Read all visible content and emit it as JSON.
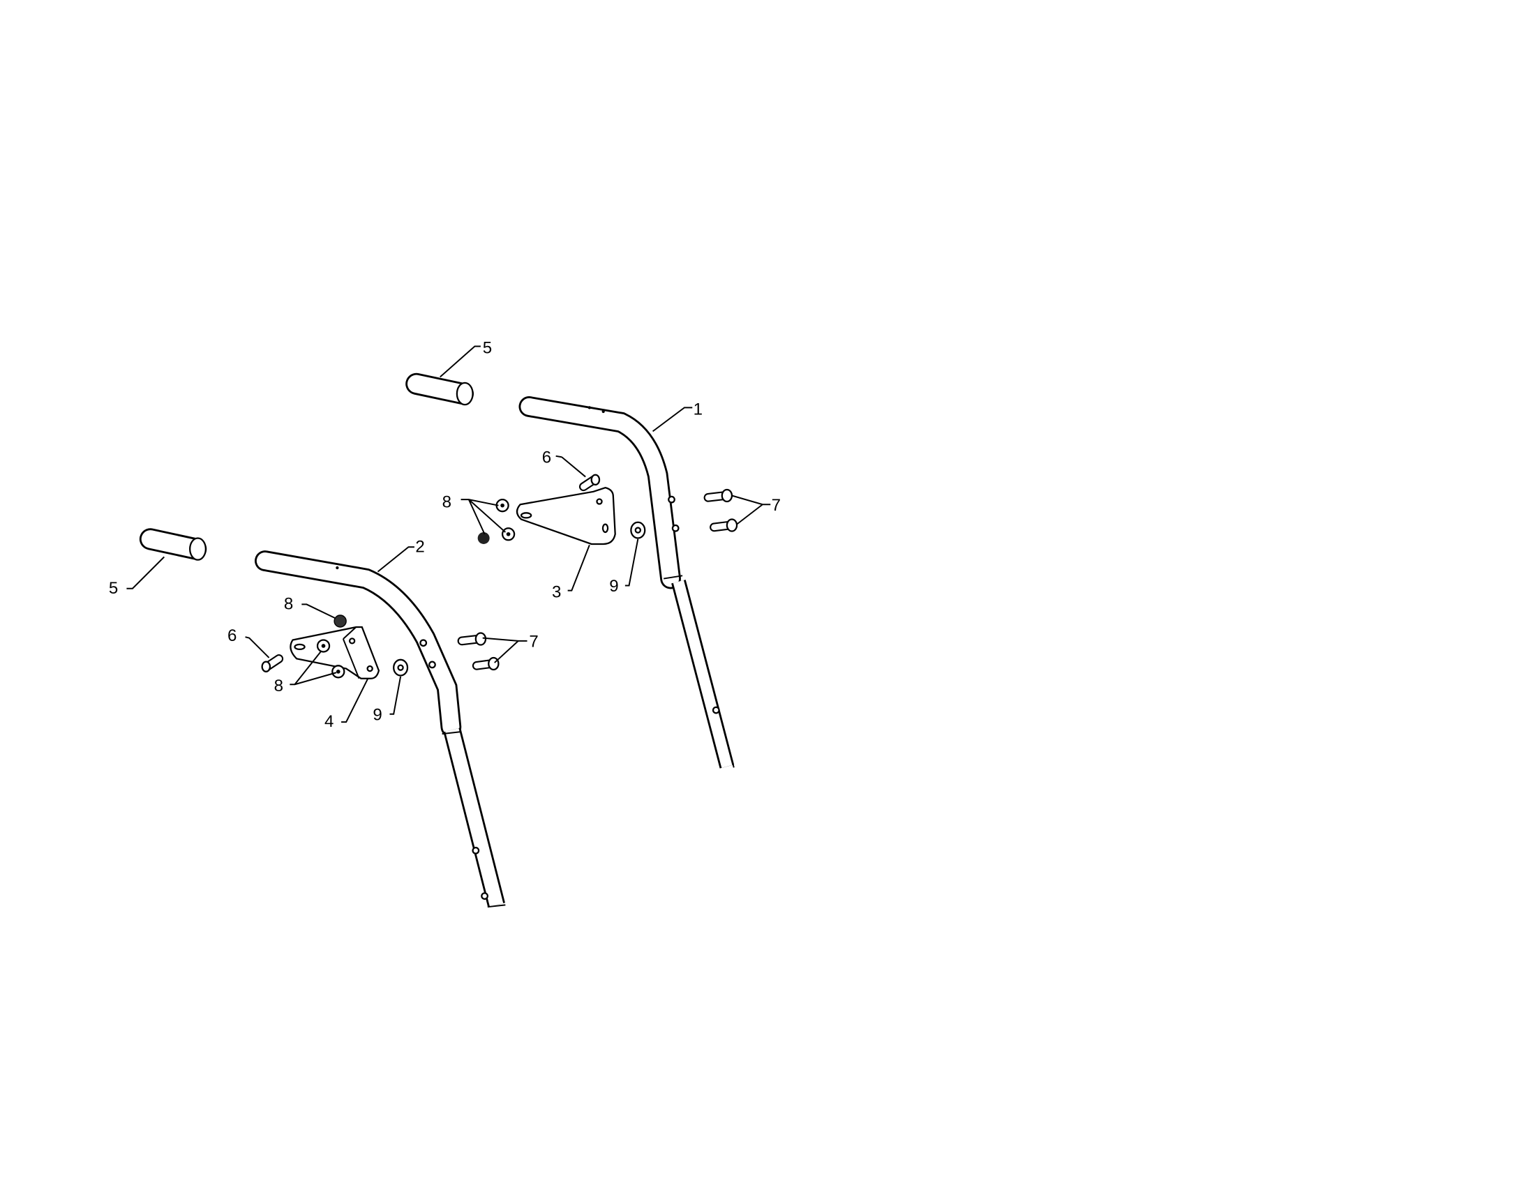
{
  "diagram": {
    "callouts": {
      "handle_right": "1",
      "handle_left": "2",
      "bracket_right": "3",
      "bracket_left": "4",
      "grip_top": "5",
      "grip_left": "5",
      "bolt_top": "6",
      "bolt_left": "6",
      "bolts_right": "7",
      "bolts_left": "7",
      "nuts_right": "8",
      "nut_left_top": "8",
      "nuts_left_bottom": "8",
      "washer_right": "9",
      "washer_left": "9"
    }
  }
}
